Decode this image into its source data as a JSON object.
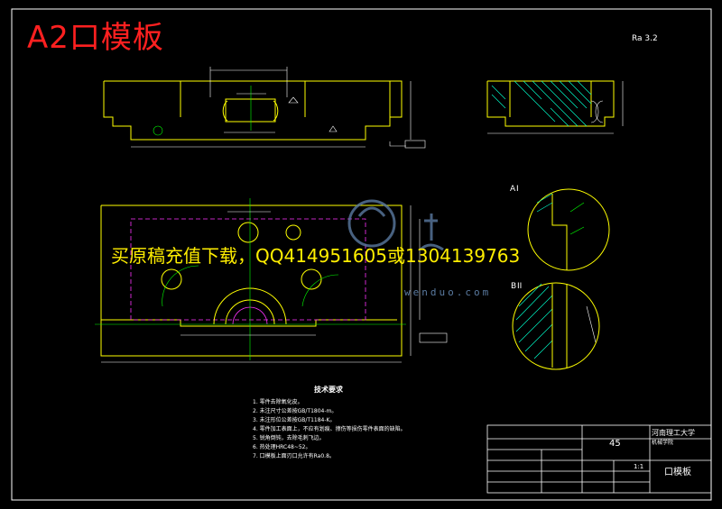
{
  "header": {
    "title": "A2口模板"
  },
  "watermark": {
    "text": "买原稿充值下载，QQ414951605或1304139763",
    "site": "wenduo.com"
  },
  "drawing": {
    "roughness_symbol": "Ra 3.2",
    "section_a_label": "A",
    "section_b_label": "B",
    "detail_1_label": "I",
    "detail_2_label": "II",
    "notes_title": "技术要求",
    "notes": [
      "1. 零件去除氧化皮。",
      "2. 未注尺寸公差按GB/T1804-m。",
      "3. 未注形位公差按GB/T1184-K。",
      "4. 零件加工表面上，不应有划痕、擦伤等损伤零件表面的缺陷。",
      "5. 锐角倒钝，去除毛刺飞边。",
      "6. 热处理HRC48~52。",
      "7. 口模板上面刃口允许有Ra0.8。"
    ]
  },
  "title_block": {
    "material": "45",
    "school": "河南理工大学",
    "school_sub": "机械学院",
    "part_name": "口模板",
    "scale": "1:1"
  }
}
